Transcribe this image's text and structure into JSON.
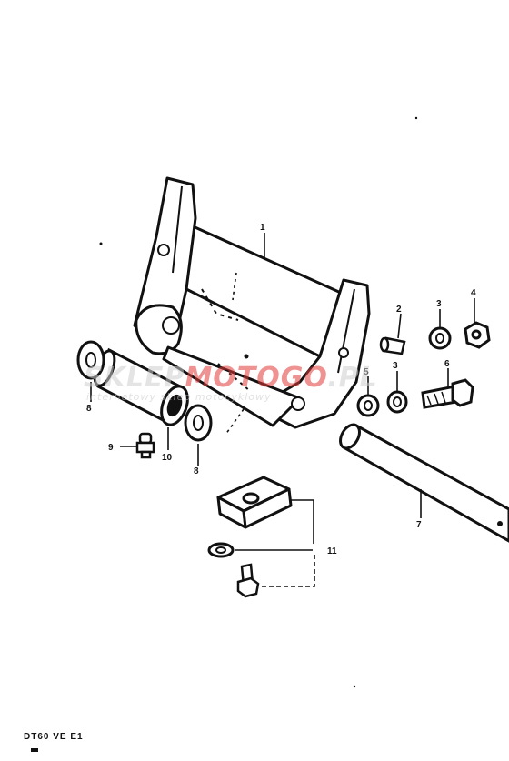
{
  "callouts": {
    "p1": "1",
    "p2": "2",
    "p3a": "3",
    "p3b": "3",
    "p4": "4",
    "p5": "5",
    "p6": "6",
    "p7": "7",
    "p8a": "8",
    "p8b": "8",
    "p9": "9",
    "p10": "10",
    "p11": "11"
  },
  "footer": {
    "model_code": "DT60  VE  E1"
  },
  "watermark": {
    "brand_part1": "SKLEP",
    "brand_part2": "MOTO",
    "brand_part3": "GO",
    "brand_part4": ".PL",
    "tagline": "internetowy sklep motocyklowy"
  },
  "colors": {
    "ink": "#111111",
    "watermark_red": "#e23a3a",
    "watermark_grey": "#cfcfcf"
  }
}
